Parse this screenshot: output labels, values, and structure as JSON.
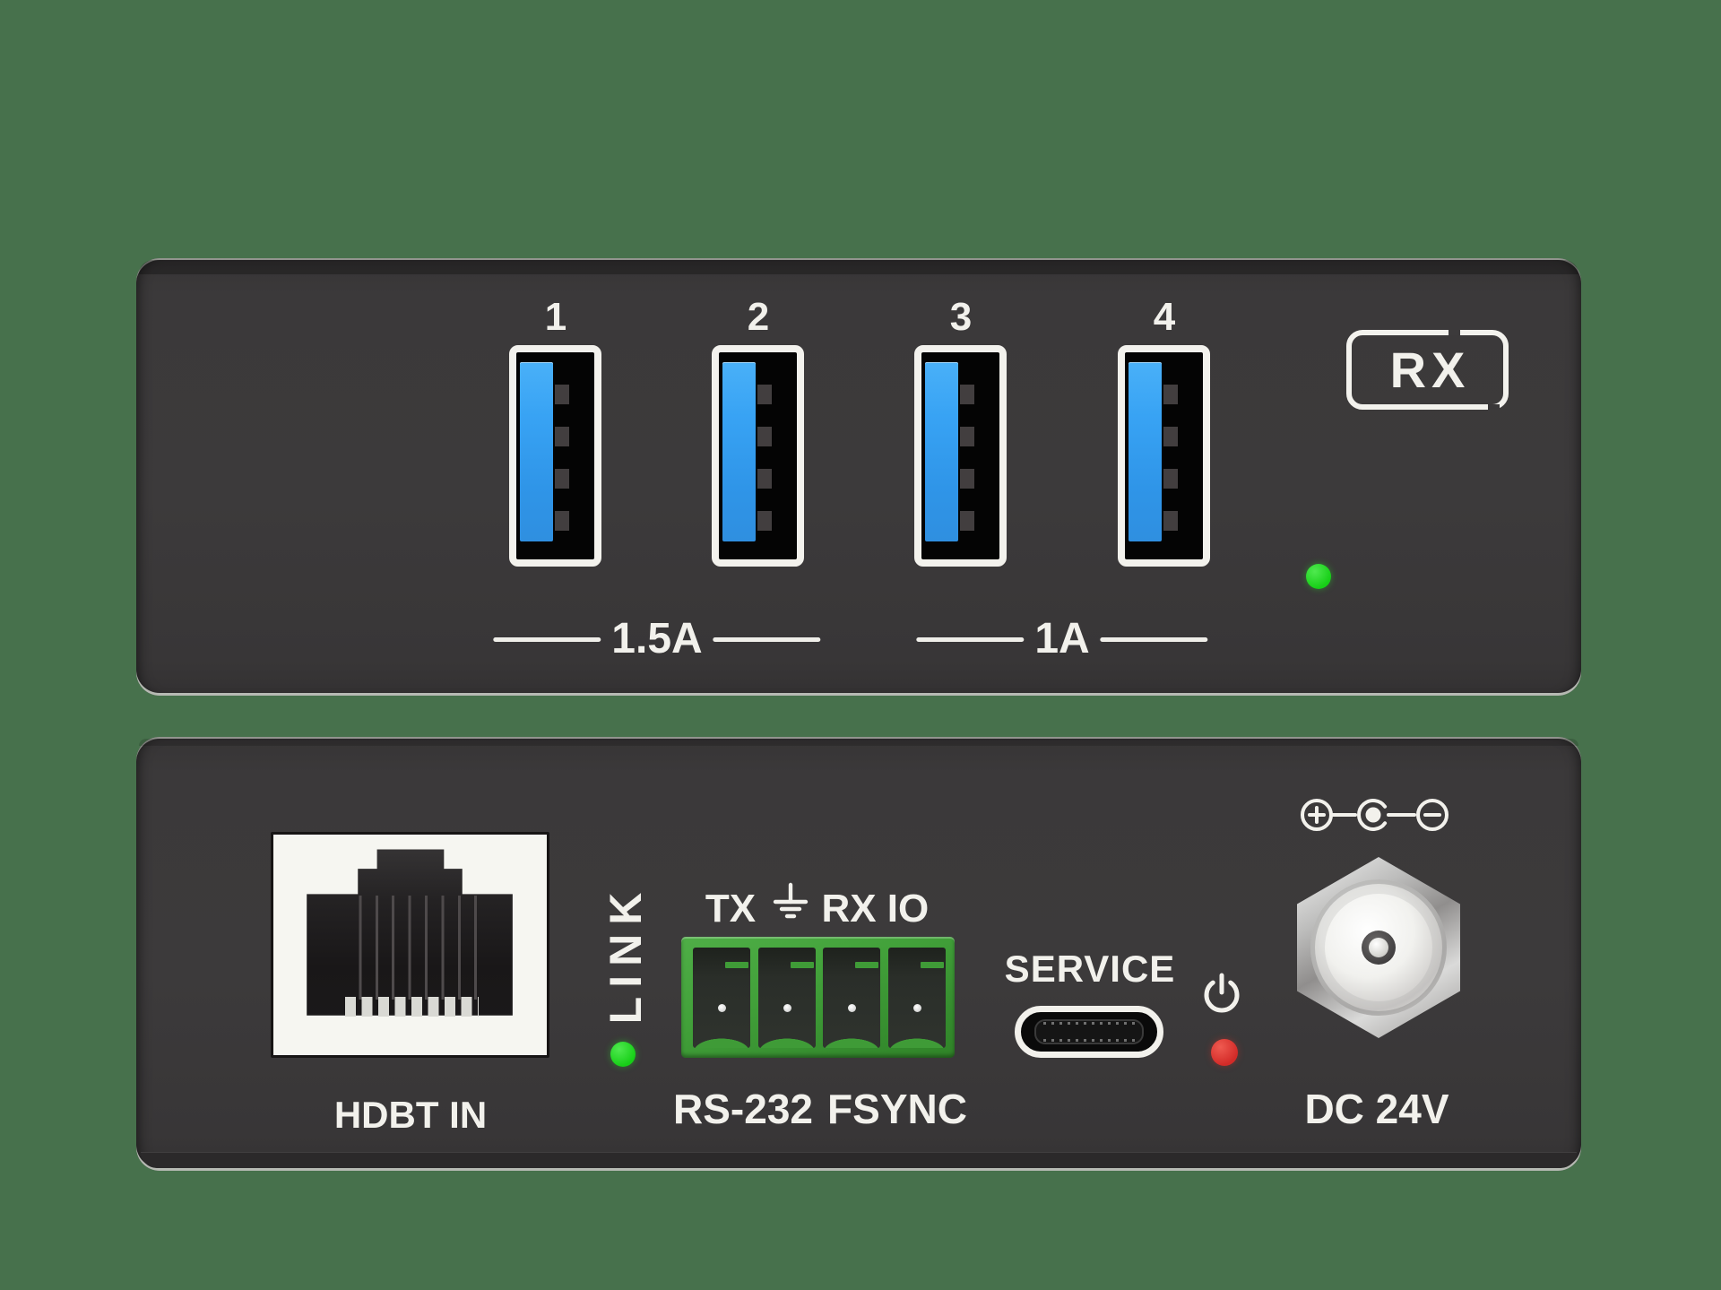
{
  "colors": {
    "background": "#47714c",
    "panel_face": "#3b393a",
    "label_text": "#f2f1ec",
    "usb_tongue_blue": "#38a3f4",
    "terminal_green": "#42a13a",
    "led_green": "#1fd41f",
    "led_red": "#d8302c",
    "metal_silver": "#c9c7c5"
  },
  "front_panel": {
    "ports": [
      "1",
      "2",
      "3",
      "4"
    ],
    "current_groups": [
      {
        "label": "1.5A"
      },
      {
        "label": "1A"
      }
    ],
    "badge_label": "RX"
  },
  "rear_panel": {
    "hdbt_label": "HDBT IN",
    "link_label": "LINK",
    "serial_pin_labels": {
      "tx": "TX",
      "rx": "RX",
      "io": "IO"
    },
    "serial_caption": "RS-232",
    "fsync_caption": "FSYNC",
    "service_label": "SERVICE",
    "dc_label": "DC 24V",
    "icons": {
      "ground": "earth-ground-icon",
      "power": "power-icon",
      "polarity": "dc-polarity-center-positive-icon"
    }
  }
}
